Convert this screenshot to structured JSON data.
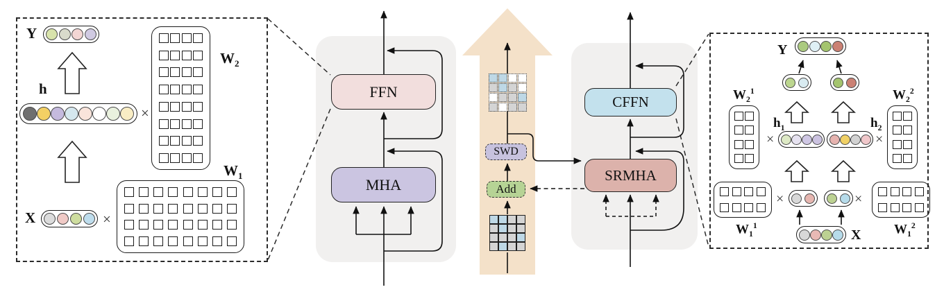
{
  "figure": {
    "encoder": {
      "ffn_label": "FFN",
      "mha_label": "MHA",
      "ffn_fill": "#f2dedd",
      "mha_fill": "#cbc5e1"
    },
    "decoder": {
      "cffn_label": "CFFN",
      "srmha_label": "SRMHA",
      "cffn_fill": "#c3e1ed",
      "srmha_fill": "#dcb2ab"
    },
    "center": {
      "swd_label": "SWD",
      "add_label": "Add",
      "swd_fill": "#c7c2de",
      "add_fill": "#b6d395",
      "big_arrow_fill": "#f4e1c9",
      "top_grid": [
        [
          "#bed8e6",
          "#bed8e6",
          "#ffffff",
          "#ffffff"
        ],
        [
          "#d4d4d4",
          "#bed8e6",
          "#d4d4d4",
          "#ffffff"
        ],
        [
          "#ffffff",
          "#d4d4d4",
          "#d4d4d4",
          "#bed8e6"
        ],
        [
          "#d4d4d4",
          "#ffffff",
          "#d4d4d4",
          "#d4d4d4"
        ]
      ],
      "bottom_grid": [
        [
          "#bed8e6",
          "#bed8e6",
          "#d4d4d4",
          "#d4d4d4"
        ],
        [
          "#d4d4d4",
          "#bed8e6",
          "#d4d4d4",
          "#d4d4d4"
        ],
        [
          "#d4d4d4",
          "#d4d4d4",
          "#d4d4d4",
          "#bed8e6"
        ],
        [
          "#d4d4d4",
          "#bed8e6",
          "#d4d4d4",
          "#d4d4d4"
        ]
      ]
    },
    "left_panel": {
      "y_label": "Y",
      "h_label": "h",
      "x_label": "X",
      "times": "×",
      "w2": {
        "base": "W",
        "sub": "2"
      },
      "w1": {
        "base": "W",
        "sub": "1"
      },
      "y_dots": [
        "#d8e3ab",
        "#d9dbcb",
        "#f3d6d4",
        "#d0cae2"
      ],
      "h_dots": [
        "#6f6f6f",
        "#f3d064",
        "#c5bade",
        "#d5e7ee",
        "#f9e4db",
        "#ffffff",
        "#e9f1de",
        "#f9edc4"
      ],
      "x_dots": [
        "#dcdcdc",
        "#f0cac6",
        "#cedd9f",
        "#bedded"
      ],
      "w2_matrix": {
        "cols": 4,
        "rows": 8
      },
      "w1_matrix": {
        "cols": 8,
        "rows": 4
      }
    },
    "right_panel": {
      "y_label": "Y",
      "x_label": "X",
      "times": "×",
      "h1": {
        "base": "h",
        "sub": "1"
      },
      "h2": {
        "base": "h",
        "sub": "2"
      },
      "w2_1": {
        "base": "W",
        "sub": "2",
        "sup": "1"
      },
      "w2_2": {
        "base": "W",
        "sub": "2",
        "sup": "2"
      },
      "w1_1": {
        "base": "W",
        "sub": "1",
        "sup": "1"
      },
      "w1_2": {
        "base": "W",
        "sub": "1",
        "sup": "2"
      },
      "y_dots": [
        "#abca80",
        "#dff0f5",
        "#a4c46e",
        "#cb8174"
      ],
      "split_top_left_dots": [
        "#bcd68f",
        "#d9ebf1"
      ],
      "split_top_right_dots": [
        "#a4c46e",
        "#cb8174"
      ],
      "h1_dots": [
        "#dde9c5",
        "#e6e2f0",
        "#cfc7e4",
        "#cbc2e0"
      ],
      "h2_dots": [
        "#e6b3af",
        "#f1d166",
        "#d2d2d2",
        "#f0c7ca"
      ],
      "split_bottom_left_dots": [
        "#d8d8d8",
        "#e6b6b0"
      ],
      "split_bottom_right_dots": [
        "#bcd192",
        "#b6dbea"
      ],
      "x_dots": [
        "#d8d8d8",
        "#e9b9b5",
        "#bcd192",
        "#b6dbea"
      ],
      "w2_1_matrix": {
        "cols": 2,
        "rows": 4
      },
      "w2_2_matrix": {
        "cols": 2,
        "rows": 4
      },
      "w1_1_matrix": {
        "cols": 4,
        "rows": 2
      },
      "w1_2_matrix": {
        "cols": 4,
        "rows": 2
      }
    }
  }
}
